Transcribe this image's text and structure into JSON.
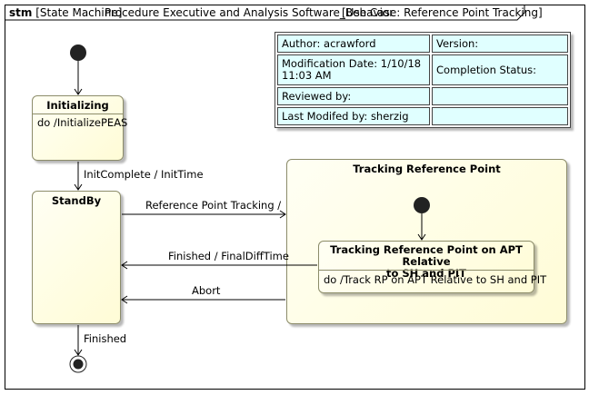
{
  "frame": {
    "keyword": "stm",
    "title_part1": "[State Machine]",
    "title_part2": "Procedure Executive and Analysis Software_Behavior",
    "title_part3": "[Use Case: Reference Point Tracking]"
  },
  "info_table": {
    "author": "Author: acrawford",
    "version": "Version:",
    "mod_date_line1": "Modification Date: 1/10/18",
    "mod_date_line2": "11:03 AM",
    "completion_status": "Completion Status:",
    "reviewed_by": "Reviewed by:",
    "reviewed_value": "",
    "last_modified_by": "Last Modifed by: sherzig",
    "last_modified_value": ""
  },
  "states": {
    "initializing": {
      "name": "Initializing",
      "activity": "do /InitializePEAS"
    },
    "standby": {
      "name": "StandBy"
    },
    "tracking": {
      "name": "Tracking Reference Point"
    },
    "tracking_sub": {
      "name_line1": "Tracking Reference Point on APT Relative",
      "name_line2": "to SH and PIT",
      "activity": "do /Track RP on APT Relative to SH and PIT"
    }
  },
  "transitions": {
    "init_complete": "InitComplete / InitTime",
    "reference_point_tracking": "Reference Point Tracking /",
    "finished_final": "Finished / FinalDiffTime",
    "abort": "Abort",
    "finished": "Finished"
  }
}
